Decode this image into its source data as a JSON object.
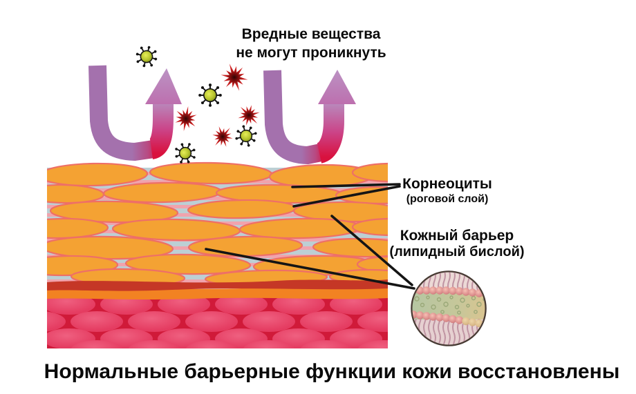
{
  "figure": {
    "top_caption_line1": "Вредные вещества",
    "top_caption_line2": "не могут проникнуть",
    "label_corneocytes_title": "Корнеоциты",
    "label_corneocytes_sub": "(роговой слой)",
    "label_barrier_title": "Кожный барьер",
    "label_barrier_sub": "(липидный бислой)",
    "bottom_caption": "Нормальные барьерные функции кожи восстановлены"
  },
  "icons": {
    "virus_particle": "virus-particle-icon",
    "toxin_burst": "toxin-burst-icon",
    "barrier_arrow": "repel-arrow-icon",
    "lipid_inset": "lipid-bilayer-inset"
  },
  "colors": {
    "arrow_purple": "#a471ad",
    "arrow_head_mauve": "#b78ec0",
    "arrow_crimson": "#d9113e",
    "arrow_pink_mid": "#cb4488",
    "corneocyte_orange": "#f4a233",
    "corneocyte_outline": "#ee6f67",
    "lipid_stripe_blue": "#bccfd4",
    "lipid_stripe_pink": "#f0a3ad",
    "band_dark_red": "#c53726",
    "band_orange": "#f28222",
    "dermis_red": "#d01a39",
    "dermis_cell_pink": "#e8476b",
    "virus_green": "#aebc2a",
    "toxin_red": "#c41d1d",
    "leader_line_black": "#151515",
    "text_black": "#000000",
    "background": "#ffffff"
  }
}
